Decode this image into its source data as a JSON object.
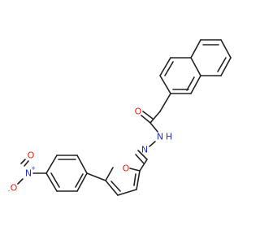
{
  "molecule": {
    "atoms": {
      "carbonyl_oxygen": "O",
      "amide_nitrogen": "N",
      "amide_hydrogen": "H",
      "imine_nitrogen": "N",
      "furan_oxygen": "O",
      "nitro_nitrogen": "N",
      "nitro_nitrogen_charge": "+",
      "nitro_oxygen": "O",
      "nitro_oxygen_charge": "-",
      "nitro_oxygen_top": "O"
    },
    "colors": {
      "bond": "#222222",
      "oxygen": "#e8220f",
      "nitrogen": "#1f2fd6"
    }
  }
}
